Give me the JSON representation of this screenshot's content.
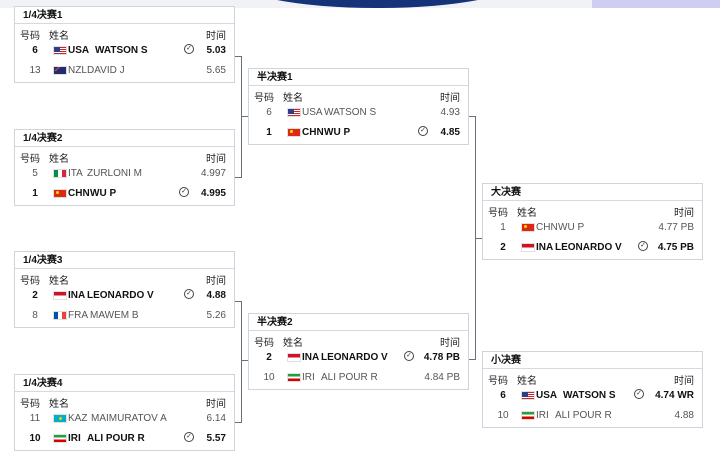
{
  "labels": {
    "lane": "号码",
    "name": "姓名",
    "time": "时间"
  },
  "check_glyph": "✓",
  "cards": [
    {
      "id": "qf1",
      "title": "1/4决赛1",
      "rows": [
        {
          "lane": "6",
          "country": "USA",
          "name": "WATSON S",
          "flag": "usa-flag-icon",
          "time": "5.03",
          "winner": true
        },
        {
          "lane": "13",
          "country": "NZL",
          "name": "DAVID J",
          "flag": "nzl-flag-icon",
          "time": "5.65",
          "winner": false
        }
      ]
    },
    {
      "id": "qf2",
      "title": "1/4决赛2",
      "rows": [
        {
          "lane": "5",
          "country": "ITA",
          "name": "ZURLONI M",
          "flag": "ita-flag-icon",
          "time": "4.997",
          "winner": false
        },
        {
          "lane": "1",
          "country": "CHN",
          "name": "WU P",
          "flag": "chn-flag-icon",
          "time": "4.995",
          "winner": true
        }
      ]
    },
    {
      "id": "qf3",
      "title": "1/4决赛3",
      "rows": [
        {
          "lane": "2",
          "country": "INA",
          "name": "LEONARDO V",
          "flag": "ina-flag-icon",
          "time": "4.88",
          "winner": true
        },
        {
          "lane": "8",
          "country": "FRA",
          "name": "MAWEM B",
          "flag": "fra-flag-icon",
          "time": "5.26",
          "winner": false
        }
      ]
    },
    {
      "id": "qf4",
      "title": "1/4决赛4",
      "rows": [
        {
          "lane": "11",
          "country": "KAZ",
          "name": "MAIMURATOV A",
          "flag": "kaz-flag-icon",
          "time": "6.14",
          "winner": false
        },
        {
          "lane": "10",
          "country": "IRI",
          "name": "ALI POUR R",
          "flag": "iri-flag-icon",
          "time": "5.57",
          "winner": true
        }
      ]
    },
    {
      "id": "sf1",
      "title": "半决赛1",
      "rows": [
        {
          "lane": "6",
          "country": "USA",
          "name": "WATSON S",
          "flag": "usa-flag-icon",
          "time": "4.93",
          "winner": false
        },
        {
          "lane": "1",
          "country": "CHN",
          "name": "WU P",
          "flag": "chn-flag-icon",
          "time": "4.85",
          "winner": true
        }
      ]
    },
    {
      "id": "sf2",
      "title": "半决赛2",
      "rows": [
        {
          "lane": "2",
          "country": "INA",
          "name": "LEONARDO V",
          "flag": "ina-flag-icon",
          "time": "4.78 PB",
          "winner": true
        },
        {
          "lane": "10",
          "country": "IRI",
          "name": "ALI POUR R",
          "flag": "iri-flag-icon",
          "time": "4.84 PB",
          "winner": false
        }
      ]
    },
    {
      "id": "final",
      "title": "大决赛",
      "rows": [
        {
          "lane": "1",
          "country": "CHN",
          "name": "WU P",
          "flag": "chn-flag-icon",
          "time": "4.77 PB",
          "winner": false
        },
        {
          "lane": "2",
          "country": "INA",
          "name": "LEONARDO V",
          "flag": "ina-flag-icon",
          "time": "4.75 PB",
          "winner": true
        }
      ]
    },
    {
      "id": "small_final",
      "title": "小决赛",
      "rows": [
        {
          "lane": "6",
          "country": "USA",
          "name": "WATSON S",
          "flag": "usa-flag-icon",
          "time": "4.74 WR",
          "winner": true
        },
        {
          "lane": "10",
          "country": "IRI",
          "name": "ALI POUR R",
          "flag": "iri-flag-icon",
          "time": "4.88",
          "winner": false
        }
      ]
    }
  ]
}
